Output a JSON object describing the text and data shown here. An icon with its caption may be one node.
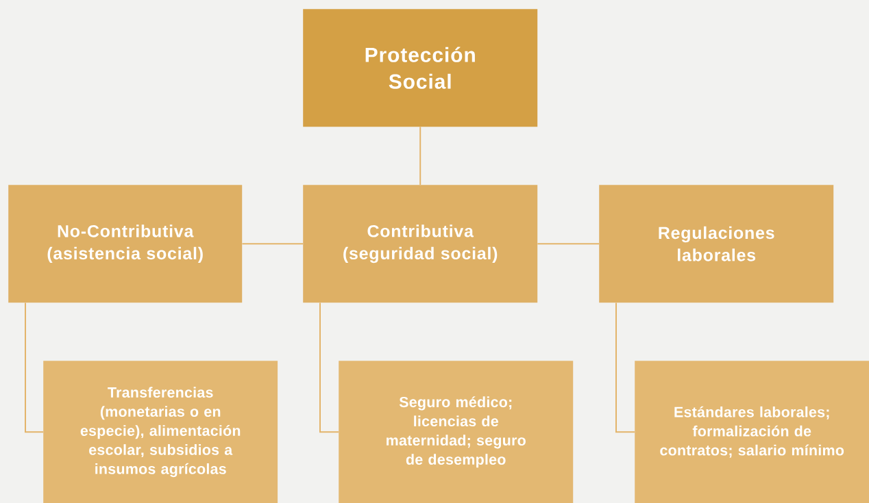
{
  "diagram": {
    "nodes": [
      {
        "text": [
          "Protección Social"
        ]
      },
      {
        "text": [
          "No-Contributiva (asistencia social)"
        ]
      },
      {
        "text": [
          "Contributiva (seguridad social)"
        ]
      },
      {
        "text": [
          "Regulaciones laborales"
        ]
      },
      {
        "text": [
          "Transferencias (monetarias o en especie), alimentación escolar, subsidios a insumos agrícolas"
        ]
      },
      {
        "text": [
          "Seguro médico; licencias de maternidad; seguro de desempleo"
        ]
      },
      {
        "text": [
          "Estándares laborales; formalización de contratos; salario mínimo"
        ]
      }
    ],
    "edges": [
      {
        "from": 0,
        "to": 2,
        "arrow": "none"
      },
      {
        "from": 2,
        "to": 1,
        "arrow": "none"
      },
      {
        "from": 2,
        "to": 3,
        "arrow": "none"
      },
      {
        "from": 1,
        "to": 4,
        "arrow": "none"
      },
      {
        "from": 2,
        "to": 5,
        "arrow": "none"
      },
      {
        "from": 3,
        "to": 6,
        "arrow": "none"
      }
    ]
  }
}
